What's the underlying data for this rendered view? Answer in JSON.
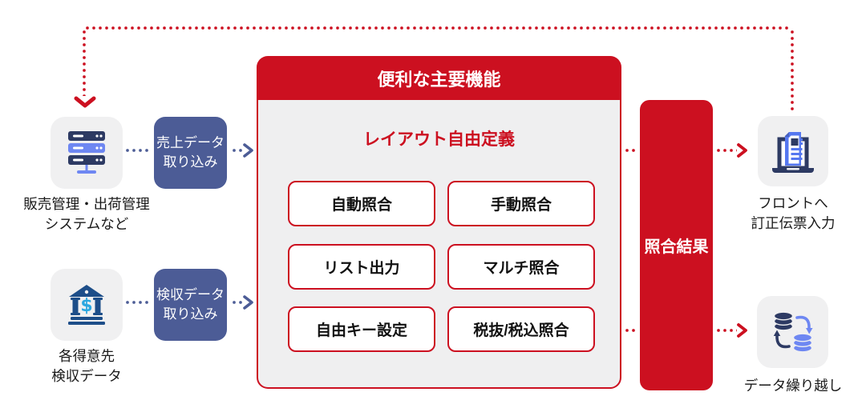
{
  "diagram_title": "",
  "colors": {
    "accent_red": "#cc1020",
    "import_box_navy": "#4c5c96",
    "icon_dark_navy": "#2d3a63",
    "icon_periwinkle": "#6e87f2",
    "icon_doc_blue": "#5577f0",
    "bank_navy": "#1d4e89",
    "dollar_cyan": "#2ba7e0",
    "panel_gray": "#efeff0",
    "tile_gray": "#f0f0f1"
  },
  "sources": [
    {
      "icon": "server-icon",
      "caption": "販売管理・出荷管理\nシステムなど",
      "import_label": "売上データ\n取り込み"
    },
    {
      "icon": "bank-icon",
      "caption": "各得意先\n検収データ",
      "import_label": "検収データ\n取り込み"
    }
  ],
  "main_panel": {
    "title": "便利な主要機能",
    "subtitle": "レイアウト自由定義",
    "features": [
      "自動照合",
      "手動照合",
      "リスト出力",
      "マルチ照合",
      "自由キー設定",
      "税抜/税込照合"
    ]
  },
  "result_box": {
    "label": "照合結果"
  },
  "outputs": [
    {
      "icon": "laptop-document-icon",
      "caption": "フロントへ\n訂正伝票入力"
    },
    {
      "icon": "data-carryover-icon",
      "caption": "データ繰り越し"
    }
  ]
}
